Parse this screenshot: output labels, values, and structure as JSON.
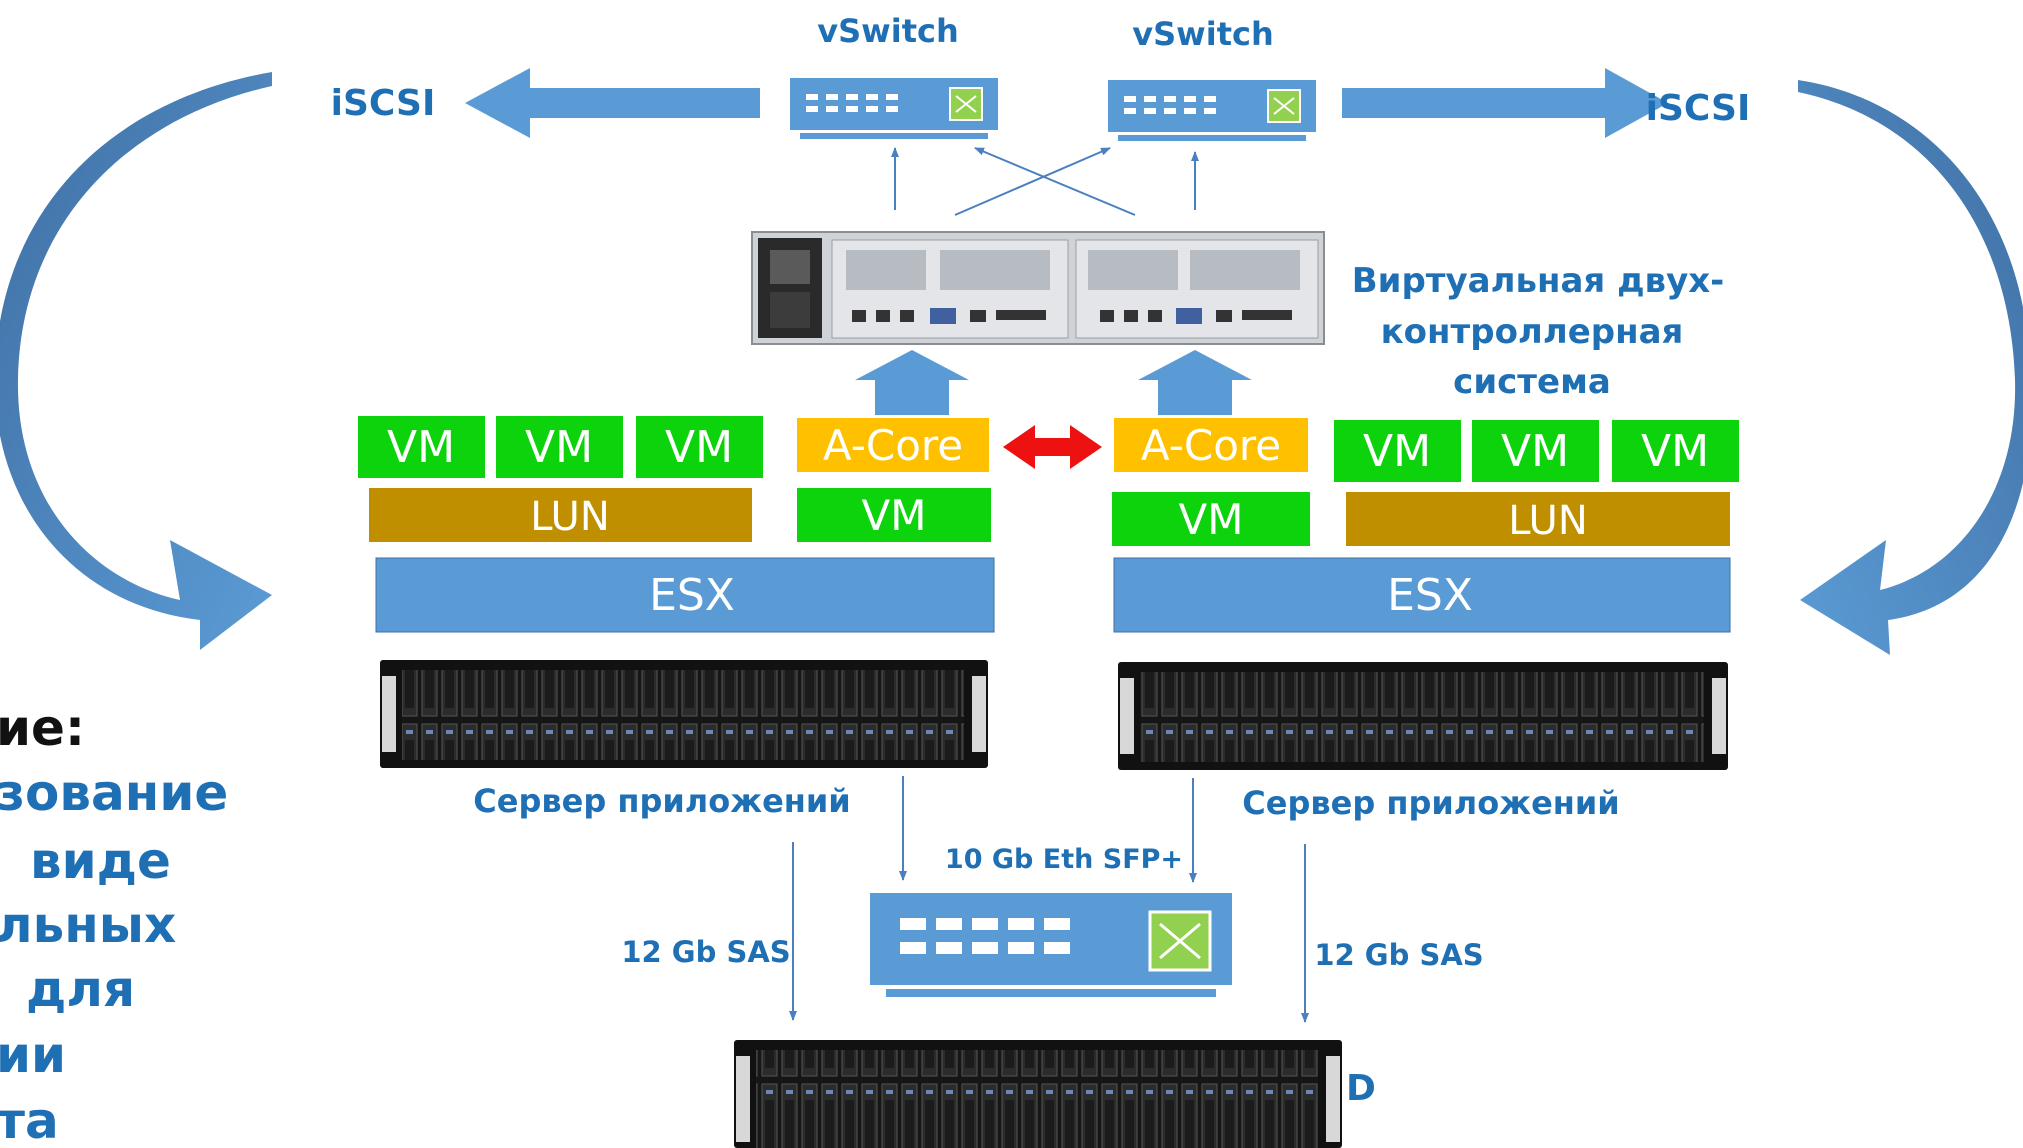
{
  "switches": [
    {
      "label": "vSwitch"
    },
    {
      "label": "vSwitch"
    }
  ],
  "iscsi": {
    "left": "iSCSI",
    "right": "iSCSI"
  },
  "virtual_system_label": [
    "Виртуальная двух-",
    "контроллерная",
    "система"
  ],
  "left_host": {
    "vms": [
      "VM",
      "VM",
      "VM"
    ],
    "lun": "LUN",
    "acore": "A-Core",
    "acore_vm": "VM",
    "esx": "ESX",
    "server_label": "Сервер приложений"
  },
  "right_host": {
    "acore": "A-Core",
    "acore_vm": "VM",
    "vms": [
      "VM",
      "VM",
      "VM"
    ],
    "lun": "LUN",
    "esx": "ESX",
    "server_label": "Сервер приложений"
  },
  "links": {
    "eth": "10 Gb Eth SFP+",
    "sas_left": "12 Gb SAS",
    "sas_right": "12 Gb SAS"
  },
  "jbod_suffix": "D",
  "side_text": [
    "ие:",
    "зование",
    "виде",
    "льных",
    "для",
    "ии",
    "та"
  ],
  "colors": {
    "blue": "#5b9bd5",
    "dark_blue": "#1f6fb5",
    "vm_green": "#0dd30d",
    "lun_gold": "#bf8f00",
    "acore_orange": "#ffc000",
    "red": "#ee1111"
  },
  "icons": [
    "switch-icon",
    "server-chassis",
    "disk-array"
  ]
}
